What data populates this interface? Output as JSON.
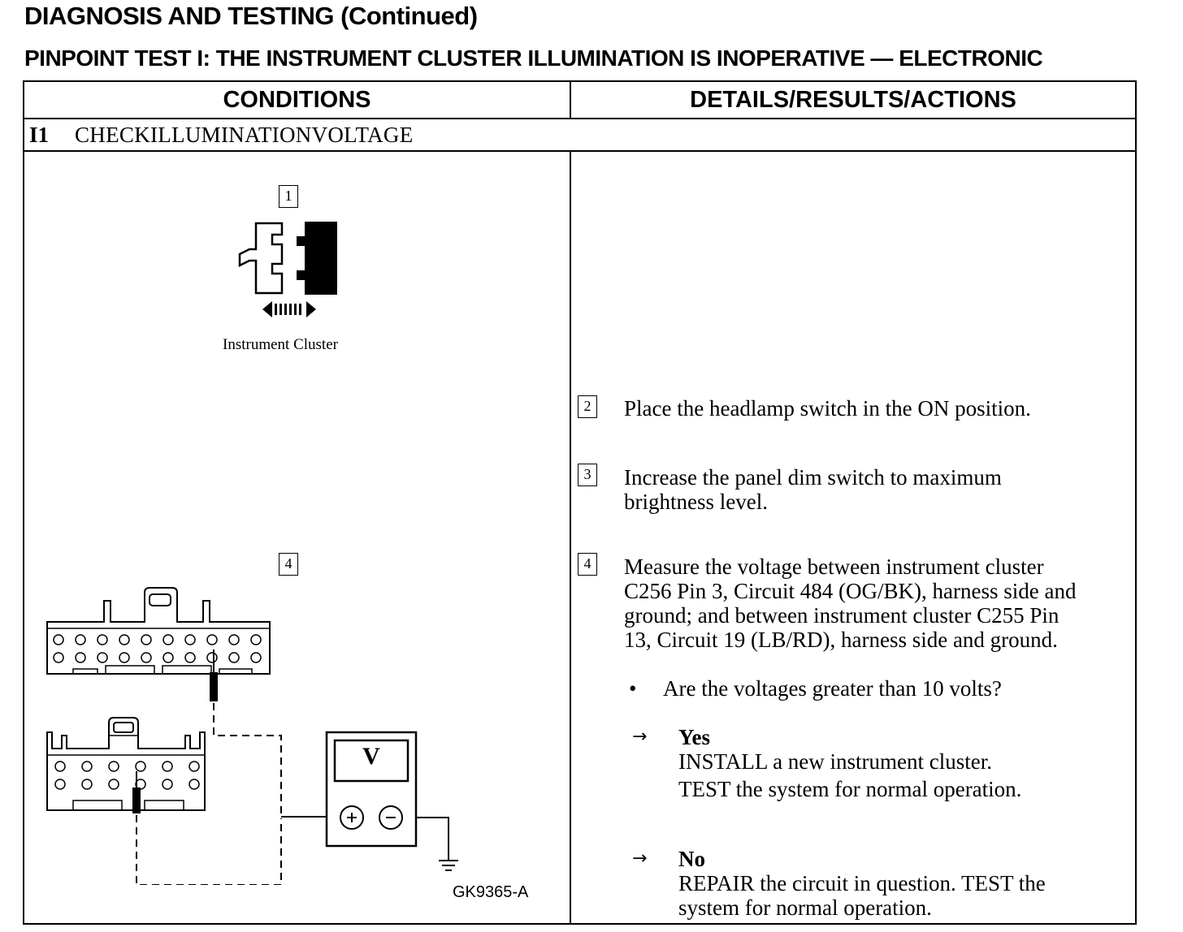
{
  "header": {
    "page_title": "DIAGNOSIS AND TESTING (Continued)",
    "test_title": "PINPOINT TEST I:  THE INSTRUMENT CLUSTER ILLUMINATION IS INOPERATIVE — ELECTRONIC"
  },
  "table": {
    "col_conditions": "CONDITIONS",
    "col_details": "DETAILS/RESULTS/ACTIONS",
    "step_id": "I1",
    "step_title": "CHECKILLUMINATIONVOLTAGE"
  },
  "figures": {
    "callout_1": "1",
    "callout_4": "4",
    "connector_caption": "Instrument Cluster",
    "meter_symbol": "V",
    "figure_code": "GK9365-A"
  },
  "steps": [
    {
      "num": "2",
      "text": "Place the headlamp switch in the ON position."
    },
    {
      "num": "3",
      "line1": "Increase the panel dim switch to maximum",
      "line2": "brightness level."
    },
    {
      "num": "4",
      "line1": "Measure the voltage between instrument cluster",
      "line2": "C256 Pin 3, Circuit 484 (OG/BK), harness side and",
      "line3": "ground; and between instrument cluster C255 Pin",
      "line4": "13, Circuit 19 (LB/RD), harness side and ground."
    }
  ],
  "question": {
    "bullet": "•",
    "text": "Are the voltages greater than 10 volts?"
  },
  "results": {
    "yes": {
      "arrow": "→",
      "label": "Yes",
      "line1": "INSTALL a new instrument cluster.",
      "line2": "TEST the system for normal operation."
    },
    "no": {
      "arrow": "→",
      "label": "No",
      "line1": "REPAIR the circuit in question. TEST the",
      "line2": "system for normal operation."
    }
  }
}
